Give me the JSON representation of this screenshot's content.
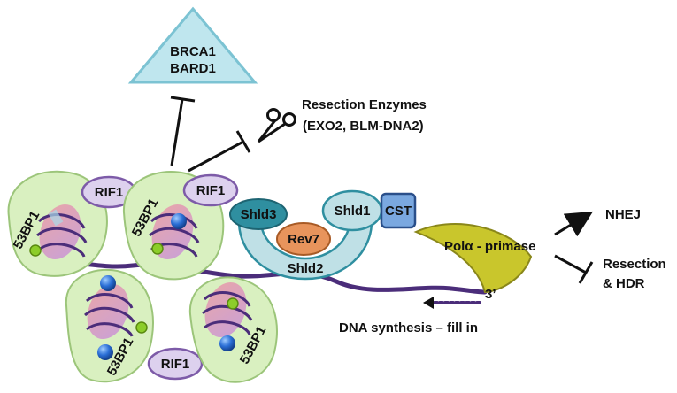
{
  "brca1": "BRCA1",
  "bard1": "BARD1",
  "resection_enzymes": "Resection Enzymes",
  "enzymes_list": "(EXO2, BLM-DNA2)",
  "rif1": "RIF1",
  "p53bp1": "53BP1",
  "shld1": "Shld1",
  "shld2": "Shld2",
  "shld3": "Shld3",
  "rev7": "Rev7",
  "cst": "CST",
  "pol_alpha": "Polα - primase",
  "three_prime": "3’",
  "dna_synthesis": "DNA synthesis – fill in",
  "nhej": "NHEJ",
  "resection": "Resection",
  "hdr": "& HDR",
  "colors": {
    "chromatin_green": "#d9f0c0",
    "rif1_purple": "#ddd1ee",
    "brca_triangle": "#bfe6ee",
    "shld_teal": "#2f8fa0",
    "shld2_light": "#bfe0e6",
    "rev7_orange": "#e8945c",
    "cst_blue": "#7aa8e0",
    "pol_yellow": "#c9c62c",
    "dna_purple": "#4b2d7a"
  }
}
